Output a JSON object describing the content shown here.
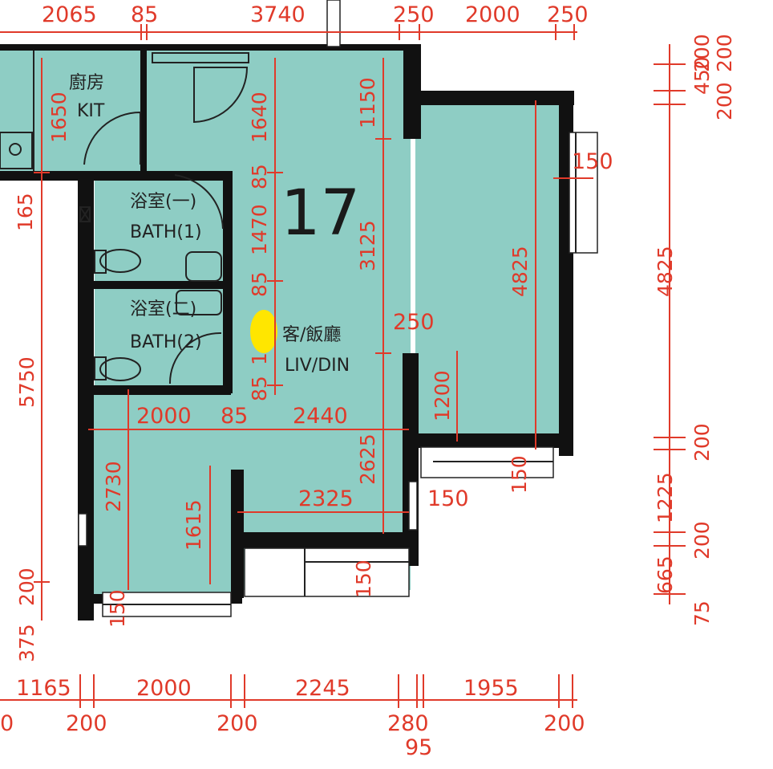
{
  "colors": {
    "room_fill": "#8ecdc4",
    "wall": "#111111",
    "dimension": "#e03a2a",
    "highlight": "#ffe600"
  },
  "unit_number": "17",
  "rooms": {
    "kitchen": {
      "zh": "廚房",
      "en": "KIT"
    },
    "bath1": {
      "zh": "浴室(一)",
      "en": "BATH(1)"
    },
    "bath2": {
      "zh": "浴室(二)",
      "en": "BATH(2)"
    },
    "living": {
      "zh": "客/飯廳",
      "en": "LIV/DIN"
    }
  },
  "dims": {
    "top": [
      "2065",
      "85",
      "3740",
      "250",
      "2000",
      "250"
    ],
    "kitchen_h": "1650",
    "left_165": "165",
    "left_5750": "5750",
    "left_200": "200",
    "left_375": "375",
    "col_1640": "1640",
    "col_85a": "85",
    "col_1470": "1470",
    "col_85b": "85",
    "col_1": "1",
    "col_85c": "85",
    "v_1150": "1150",
    "v_3125": "3125",
    "v_250": "250",
    "v_2625": "2625",
    "h_2000": "2000",
    "h_85": "85",
    "h_2440": "2440",
    "v_2730": "2730",
    "v_1615": "1615",
    "h_2325": "2325",
    "v_150_bath": "150",
    "v_150_mid": "150",
    "h_150_right": "150",
    "v_150_right": "150",
    "v_4825_room": "4825",
    "v_1200": "1200",
    "h_150_win": "150",
    "right": [
      "200",
      "450",
      "200",
      "200",
      "4825",
      "200",
      "1225",
      "200",
      "665",
      "75"
    ],
    "bottom1": [
      "1165",
      "2000",
      "2245",
      "1955"
    ],
    "bottom2": [
      "0",
      "200",
      "200",
      "280",
      "200"
    ],
    "bottom3": "95"
  }
}
